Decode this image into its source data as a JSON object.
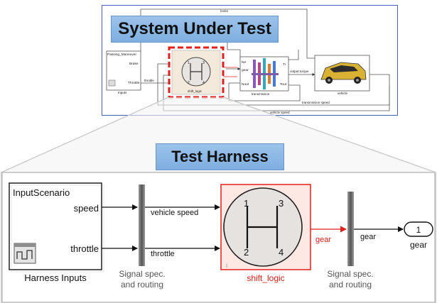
{
  "top_model": {
    "banner": "System Under Test",
    "labels": {
      "brake_top": "brake",
      "passing": "Passing_Maneuver",
      "brake": "Brake",
      "throttle": "Throttle",
      "inputs": "Inputs",
      "throttle_wire": "throttle",
      "shift_logic": "shift_logic",
      "ne": "Ne",
      "gear": "gear",
      "nout": "Nout",
      "ti": "Ti",
      "tout": "Tout",
      "output_torque": "output torque",
      "transmission": "transmission",
      "vehicle": "vehicle",
      "transmission_speed": "transmission speed",
      "vehicle_speed": "vehicle speed"
    },
    "gearbox": {
      "n1": "1",
      "n2": "2",
      "n3": "3",
      "n4": "4"
    }
  },
  "harness": {
    "banner": "Test Harness",
    "input_block": {
      "title": "InputScenario",
      "port_speed": "speed",
      "port_throttle": "throttle",
      "caption": "Harness Inputs"
    },
    "signals": {
      "vehicle_speed": "vehicle speed",
      "throttle": "throttle",
      "gear_red": "gear",
      "gear_out": "gear"
    },
    "bus1_caption": [
      "Signal spec.",
      "and routing"
    ],
    "bus2_caption": [
      "Signal spec.",
      "and routing"
    ],
    "shift_logic": {
      "caption": "shift_logic",
      "n1": "1",
      "n2": "2",
      "n3": "3",
      "n4": "4"
    },
    "outport": {
      "number": "1",
      "caption": "gear"
    }
  },
  "colors": {
    "red": "#e0201b",
    "banner_blue": "#8ab6e6",
    "shift_fill": "#fde8e4",
    "frame_gray": "#bdbdbd"
  }
}
